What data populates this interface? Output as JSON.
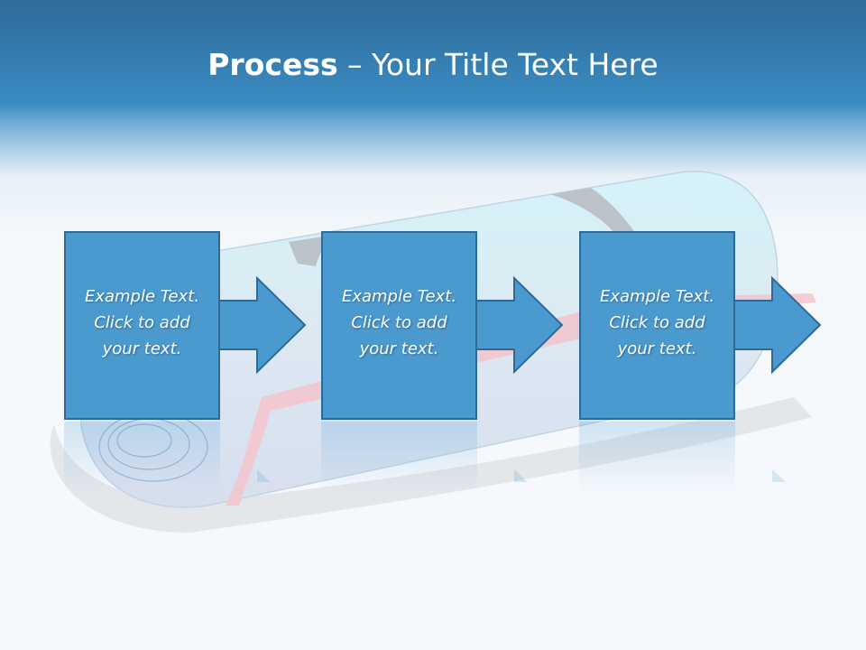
{
  "title": {
    "bold": "Process",
    "separator": " – ",
    "rest": "Your Title Text Here"
  },
  "steps": [
    {
      "lines": [
        "Example Text.",
        "Click  to add",
        "your text."
      ]
    },
    {
      "lines": [
        "Example Text.",
        "Click  to add",
        "your text."
      ]
    },
    {
      "lines": [
        "Example Text.",
        "Click  to add",
        "your text."
      ]
    }
  ],
  "colors": {
    "header": "#3b8cc3",
    "box_fill": "#4a9ad0",
    "box_border": "#2e6a98",
    "cylinder": "#c8e6f0",
    "ribbon": "#f3c4cc"
  }
}
